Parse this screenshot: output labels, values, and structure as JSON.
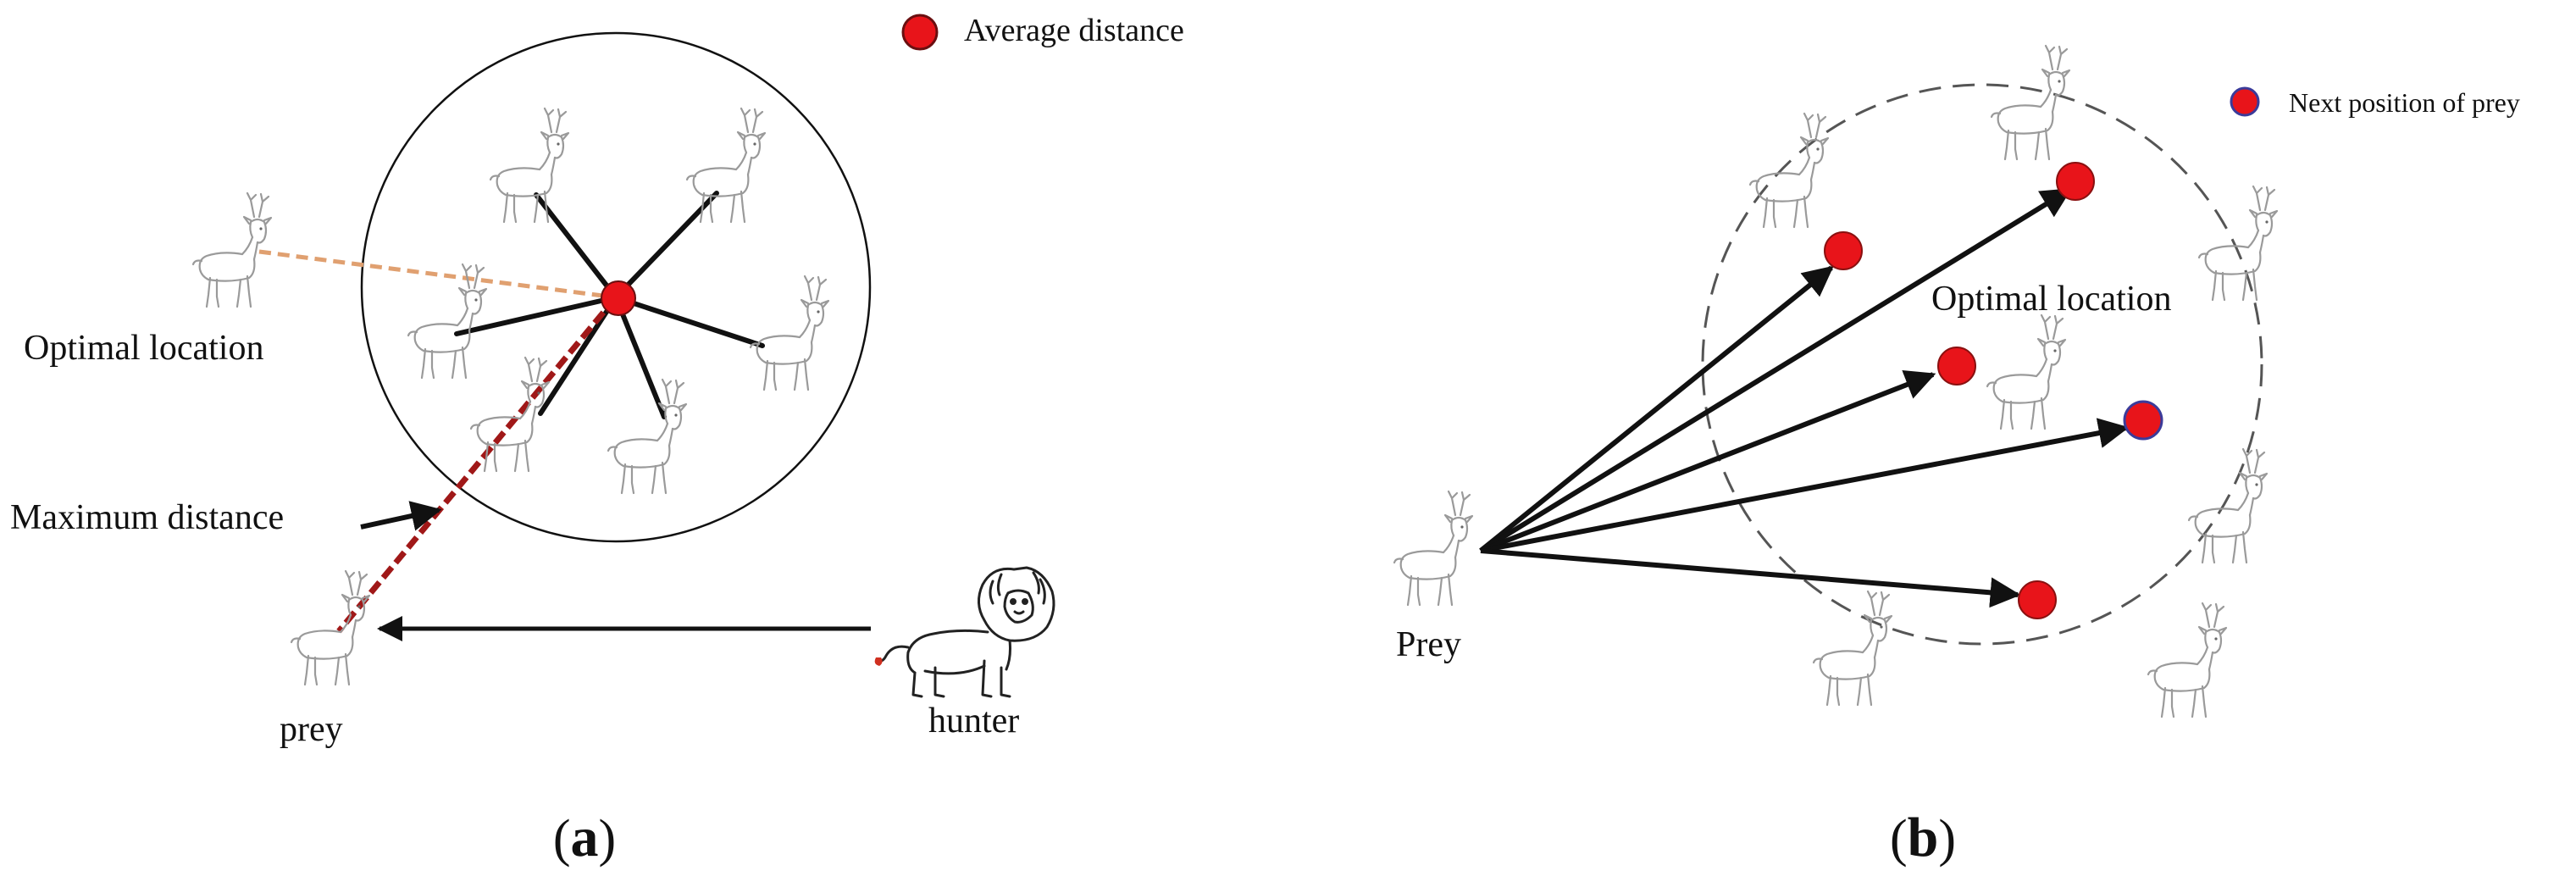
{
  "panel_a": {
    "legend_label": "Average distance",
    "optimal_location_label": "Optimal location",
    "maximum_distance_label": "Maximum distance",
    "prey_label": "prey",
    "hunter_label": "hunter",
    "caption_open": "(",
    "caption_letter": "a",
    "caption_close": ")"
  },
  "panel_b": {
    "legend_label": "Next position of prey",
    "optimal_location_label": "Optimal location",
    "prey_label": "Prey",
    "caption_open": "(",
    "caption_letter": "b",
    "caption_close": ")"
  },
  "colors": {
    "dot_fill": "#e8141a",
    "dot_stroke": "#6a0f10",
    "dashed_orange": "#e0a070",
    "dashed_red": "#a01818",
    "ink": "#111111",
    "sketch": "#9a9a9a",
    "circle_dashed": "#555555"
  },
  "icons": [
    "deer-icon",
    "lion-icon"
  ]
}
